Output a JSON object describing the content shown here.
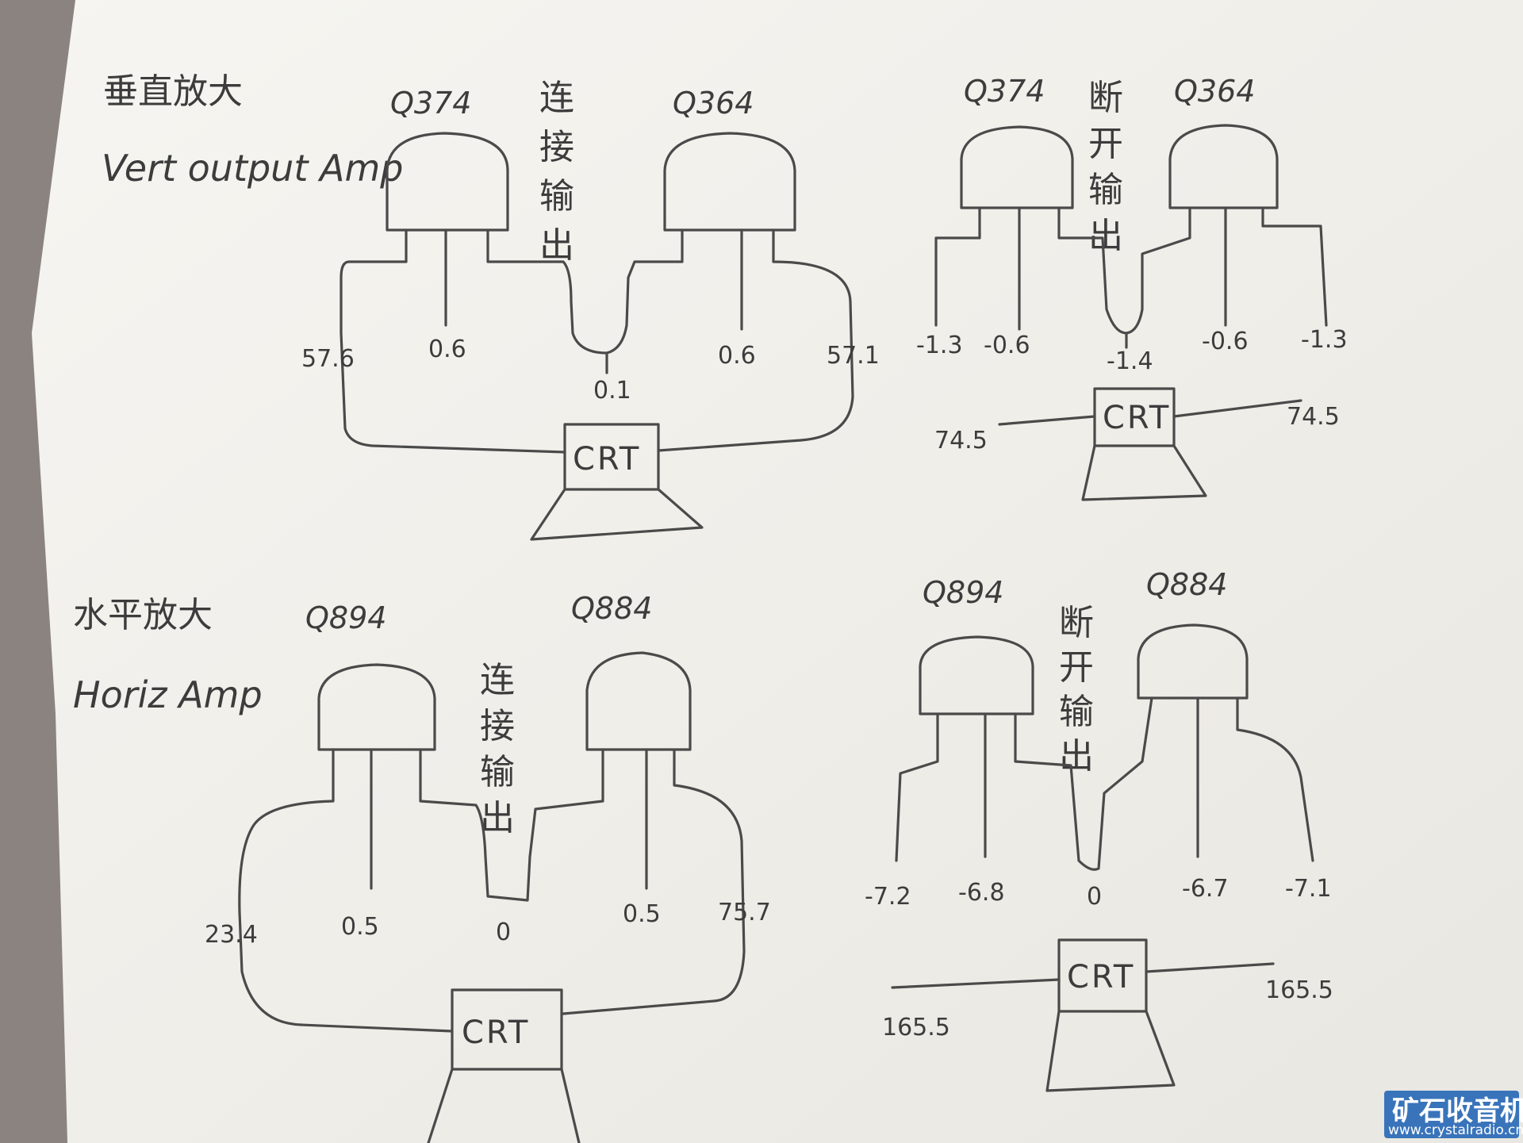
{
  "colors": {
    "paper": "#f3f2ee",
    "pencil": "#4a4a4a",
    "backdrop": "#8a8380",
    "watermark_bg": "#1a5fb4"
  },
  "sections": {
    "vertical": {
      "title_cn": "垂直放大",
      "title_en": "Vert output Amp",
      "connected": {
        "left_label": "Q374",
        "right_label": "Q364",
        "note": [
          "连",
          "接",
          "输",
          "出"
        ],
        "left_outer": "57.6",
        "left_mid": "0.6",
        "center": "0.1",
        "right_mid": "0.6",
        "right_outer": "57.1",
        "crt": "CRT"
      },
      "disconnected": {
        "left_label": "Q374",
        "right_label": "Q364",
        "note": [
          "断",
          "开",
          "输",
          "出"
        ],
        "left_outer": "-1.3",
        "left_mid": "-0.6",
        "center": "-1.4",
        "right_mid": "-0.6",
        "right_outer": "-1.3",
        "crt": "CRT",
        "crt_left": "74.5",
        "crt_right": "74.5"
      }
    },
    "horizontal": {
      "title_cn": "水平放大",
      "title_en": "Horiz Amp",
      "connected": {
        "left_label": "Q894",
        "right_label": "Q884",
        "note": [
          "连",
          "接",
          "输",
          "出"
        ],
        "left_outer": "23.4",
        "left_mid": "0.5",
        "center": "0",
        "right_mid": "0.5",
        "right_outer": "75.7",
        "crt": "CRT"
      },
      "disconnected": {
        "left_label": "Q894",
        "right_label": "Q884",
        "note": [
          "断",
          "开",
          "输",
          "出"
        ],
        "left_outer": "-7.2",
        "left_mid": "-6.8",
        "center": "0",
        "right_mid": "-6.7",
        "right_outer": "-7.1",
        "crt": "CRT",
        "crt_left": "165.5",
        "crt_right": "165.5"
      }
    }
  },
  "watermark": {
    "site_name": "矿石收音机",
    "url": "www.crystalradio.cn"
  }
}
